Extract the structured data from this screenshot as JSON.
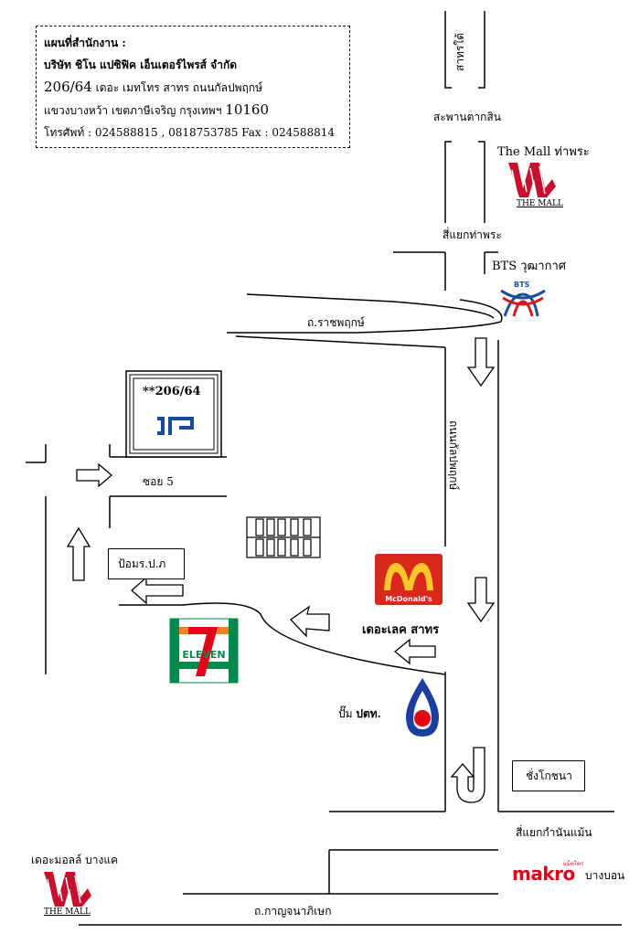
{
  "info": {
    "title": "แผนที่สำนักงาน :",
    "company": "บริษัท ชิโน แปซิฟิค เอ็นเตอร์ไพรส์ จำกัด",
    "address_no": "206/64",
    "address_rest": "เดอะ เมทโทร สาทร  ถนนกัลปพฤกษ์",
    "district": "แขวงบางหว้า เขตภาษีเจริญ กรุงเทพฯ",
    "postcode": "10160",
    "phone": "โทรศัพท์ : 024588815 , 0818753785  Fax : 024588814"
  },
  "labels": {
    "sathorn_tai": "สาทรใต้",
    "taksin_bridge": "สะพานตากสิน",
    "mall_thapra": "The Mall ท่าพระ",
    "thapra_junction": "สี่แยกท่าพระ",
    "bts": "BTS วุฒากาศ",
    "ratchaphruek": "ถ.ราชพฤกษ์",
    "kanlapaphruek": "ถนนกัลปพฤกษ์",
    "office": "**206/64",
    "soi5": "ซอย 5",
    "police_box": "ป้อมร.ป.ภ",
    "the_lake": "เดอะเลค สาทร",
    "ptt_pump": "ปั๊ม",
    "ptt": "ปตท.",
    "chang": "ชั่งโกชนา",
    "kamnan_maen": "สี่แยกกำนันแม้น",
    "mall_bangkhae": "เดอะมอลล์ บางแค",
    "kanchanaphisek": "ถ.กาญจนาภิเษก",
    "bang_bon": "บางบอน",
    "the_mall_caption": "THE MALL",
    "makro": "makro",
    "makro_sub": "แม็คโคร",
    "mcdonalds": "McDonald's",
    "bts_logo": "BTS",
    "seven_eleven": "ELEVEN",
    "seven": "7"
  },
  "colors": {
    "mall_red": "#c8102e",
    "bts_blue": "#1b4f9c",
    "bts_red": "#d71920",
    "mcd_red": "#da291c",
    "mcd_yellow": "#ffc72c",
    "seven_green": "#008a4b",
    "seven_orange": "#f58220",
    "seven_red": "#e2001a",
    "ptt_blue": "#1b3fa0",
    "ptt_red": "#e30613",
    "makro_red": "#e2001a",
    "logo_blue": "#1a4a9c"
  },
  "icons": [
    "mall-logo",
    "bts-logo",
    "company-logo",
    "mcdonalds-logo",
    "seven-eleven-logo",
    "ptt-logo",
    "makro-logo"
  ]
}
